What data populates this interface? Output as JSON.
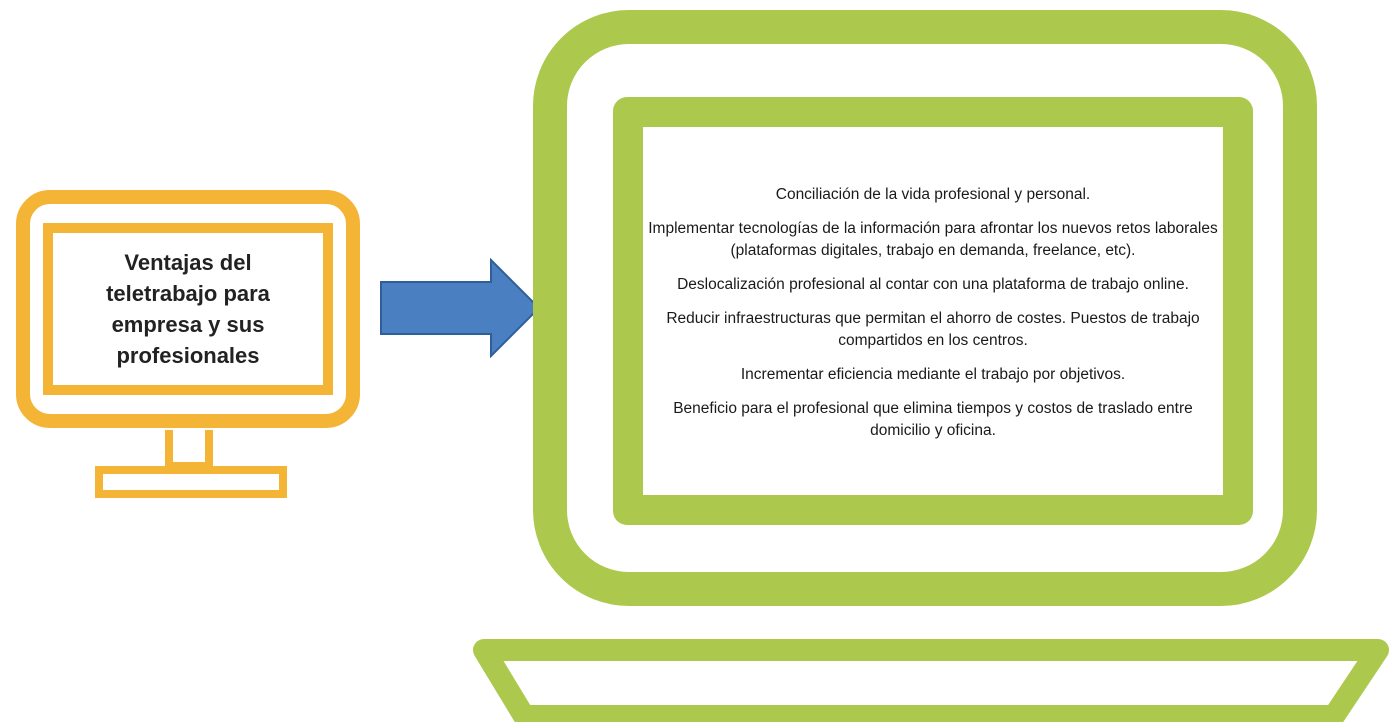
{
  "colors": {
    "monitor": "#f4b436",
    "laptop": "#acc94e",
    "arrow_fill": "#4a7fc1",
    "arrow_stroke": "#2f5f9a"
  },
  "monitor": {
    "title": "Ventajas del\nteletrabajo para\nempresa y sus\nprofesionales"
  },
  "advantages": [
    "Conciliación de la vida profesional y personal.",
    "Implementar tecnologías de la información para afrontar los nuevos retos laborales (plataformas digitales, trabajo en demanda, freelance, etc).",
    "Deslocalización profesional al contar con una plataforma de trabajo online.",
    "Reducir infraestructuras que permitan el ahorro de costes. Puestos de trabajo compartidos en los centros.",
    "Incrementar eficiencia mediante el trabajo por objetivos.",
    "Beneficio para el profesional que elimina tiempos y costos de traslado entre domicilio y oficina."
  ]
}
